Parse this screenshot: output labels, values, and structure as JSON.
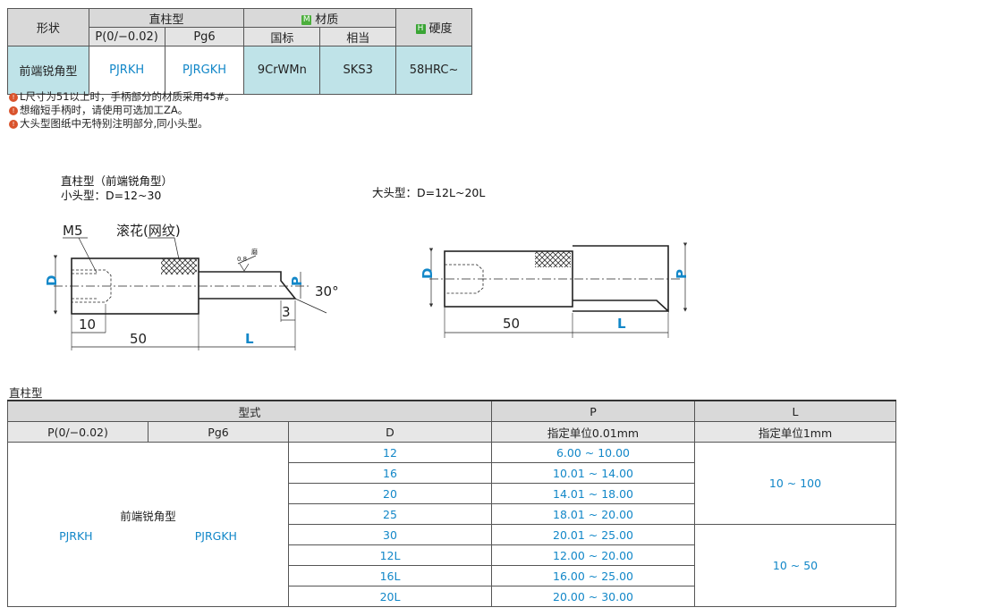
{
  "spec_table": {
    "shape_header": "形状",
    "straight_header": "直柱型",
    "material_badge": "M",
    "material_header": "材质",
    "hardness_badge": "H",
    "hardness_header": "硬度",
    "sub_p": "P(0/−0.02)",
    "sub_pg6": "Pg6",
    "sub_gb": "国标",
    "sub_equiv": "相当",
    "row": {
      "shape": "前端锐角型",
      "p_code": "PJRKH",
      "pg6_code": "PJRGKH",
      "gb_material": "9CrWMn",
      "equiv_material": "SKS3",
      "hardness": "58HRC~"
    }
  },
  "notes": [
    "L尺寸为51以上时，手柄部分的材质采用45#。",
    "想缩短手柄时，请使用可选加工ZA。",
    "大头型图纸中无特别注明部分,同小头型。"
  ],
  "small_drawing": {
    "title_line1": "直柱型（前端锐角型）",
    "title_line2": "小头型：D=12~30",
    "m5": "M5",
    "knurl": "滚花(网纹)",
    "roughness": "0.8",
    "grind": "磨",
    "dim_d": "D",
    "dim_p": "P",
    "angle": "30°",
    "dim_3": "3",
    "dim_10": "10",
    "dim_50": "50",
    "dim_l": "L"
  },
  "large_drawing": {
    "title": "大头型：D=12L~20L",
    "dim_d": "D",
    "dim_p": "P",
    "dim_50": "50",
    "dim_l": "L"
  },
  "section_title": "直柱型",
  "main_table": {
    "type_header": "型式",
    "p_header": "P",
    "l_header": "L",
    "col_p": "P(0/−0.02)",
    "col_pg6": "Pg6",
    "col_d": "D",
    "col_p_unit": "指定单位0.01mm",
    "col_l_unit": "指定单位1mm",
    "type_name": "前端锐角型",
    "p_code": "PJRKH",
    "pg6_code": "PJRGKH",
    "rows": [
      {
        "d": "12",
        "p": "6.00 ~ 10.00"
      },
      {
        "d": "16",
        "p": "10.01 ~ 14.00"
      },
      {
        "d": "20",
        "p": "14.01 ~ 18.00"
      },
      {
        "d": "25",
        "p": "18.01 ~ 20.00"
      },
      {
        "d": "30",
        "p": "20.01 ~ 25.00"
      },
      {
        "d": "12L",
        "p": "12.00 ~ 20.00"
      },
      {
        "d": "16L",
        "p": "16.00 ~ 25.00"
      },
      {
        "d": "20L",
        "p": "20.00 ~ 30.00"
      }
    ],
    "l_group1": "10 ~ 100",
    "l_group2": "10 ~ 50"
  }
}
